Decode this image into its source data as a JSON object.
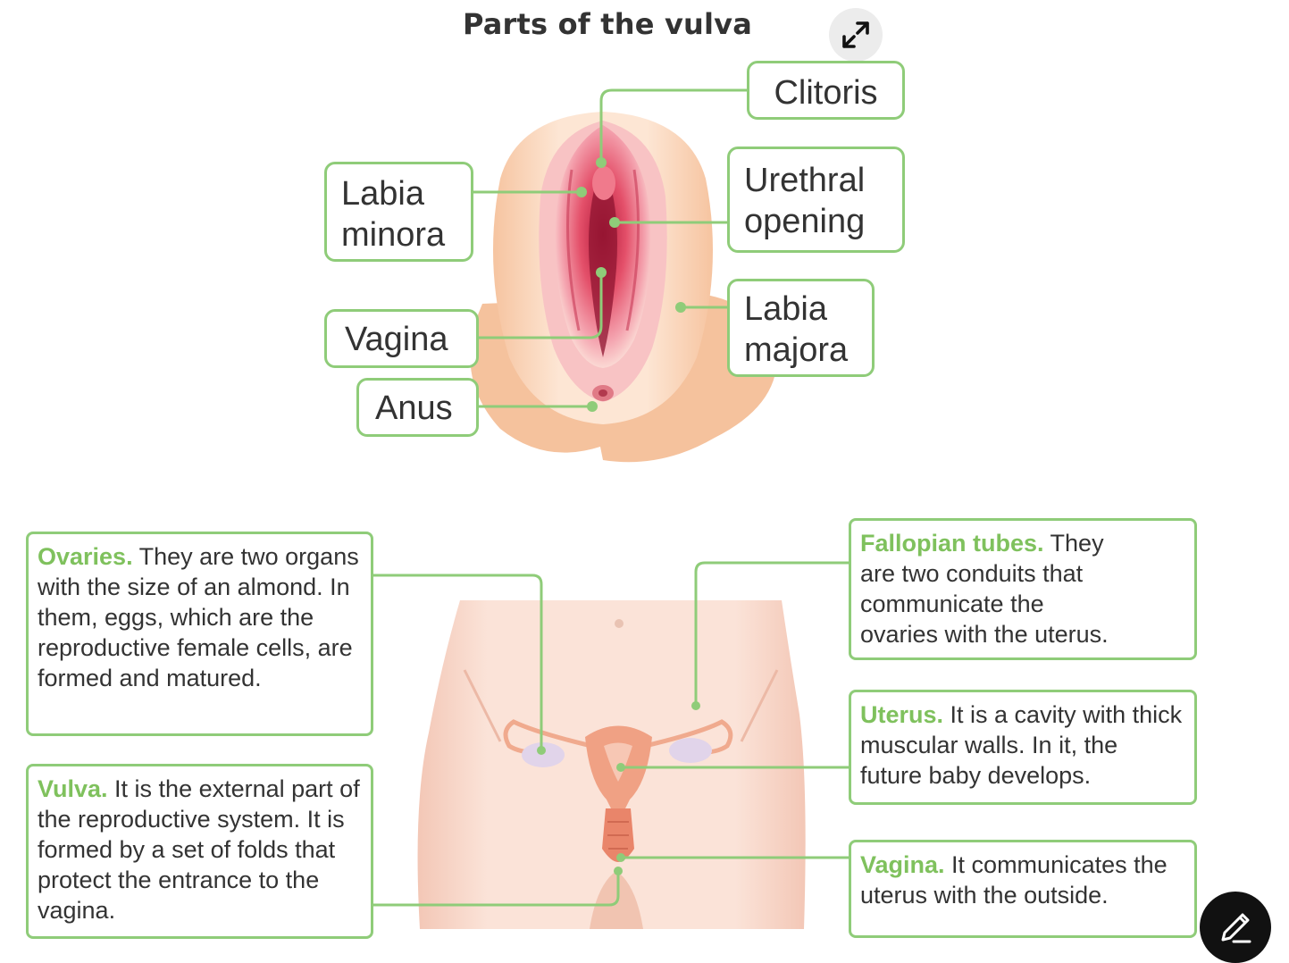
{
  "title": "Parts of the vulva",
  "vulva_labels": {
    "clitoris": "Clitoris",
    "urethral_opening": "Urethral\nopening",
    "labia_minora": "Labia\nminora",
    "labia_majora": "Labia\nmajora",
    "vagina": "Vagina",
    "anus": "Anus"
  },
  "cards": {
    "ovaries": {
      "term": "Ovaries.",
      "text": " They are two organs with the size of an almond. In them, eggs, which are the reproductive female cells, are formed and matured."
    },
    "vulva": {
      "term": "Vulva.",
      "text": " It is the external part of the reproductive system. It is formed by a set of folds that protect the entrance to the vagina."
    },
    "fallopian_tubes": {
      "term": "Fallopian tubes.",
      "text": " They are two conduits that communicate the ovaries with the uterus."
    },
    "uterus": {
      "term": "Uterus.",
      "text": " It is a cavity with thick muscular walls. In it, the future baby develops."
    },
    "vagina": {
      "term": "Vagina.",
      "text": " It communicates the uterus with the outside."
    }
  },
  "icons": {
    "expand": "expand-arrows-icon",
    "edit": "pencil-icon"
  },
  "colors": {
    "accent_green": "#8fcc79",
    "term_green": "#7fc15d",
    "skin": "#f7c9a8",
    "pink": "#e65a74"
  }
}
